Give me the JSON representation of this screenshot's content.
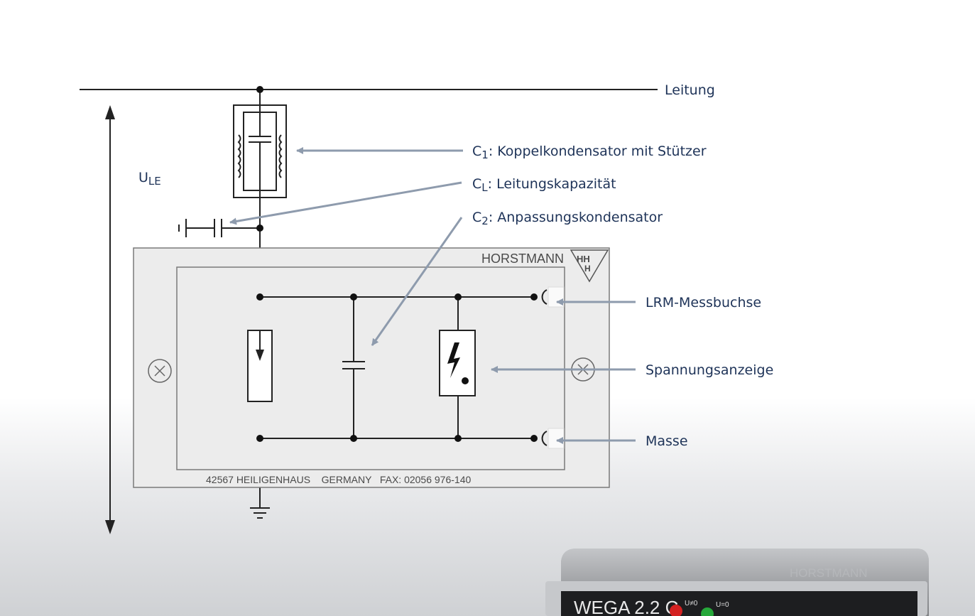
{
  "diagram": {
    "line_label": "Leitung",
    "voltage_label": {
      "main": "U",
      "sub": "LE"
    },
    "c1_label": {
      "main": "C",
      "sub": "1",
      "rest": ": Koppelkondensator mit Stützer"
    },
    "cl_label": {
      "main": "C",
      "sub": "L",
      "rest": ": Leitungskapazität"
    },
    "c2_label": {
      "main": "C",
      "sub": "2",
      "rest": ": Anpassungskondensator"
    },
    "lrm_label": "LRM-Messbuchse",
    "indicator_label": "Spannungsanzeige",
    "ground_label": "Masse"
  },
  "plate": {
    "brand": "HORSTMANN",
    "logo_letters": "HH H",
    "footer": "42567 HEILIGENHAUS    GERMANY   FAX: 02056 976-140"
  },
  "photo": {
    "model": "WEGA 2.2 C",
    "brand": "HORSTMANN",
    "led_labels": [
      "U≠0",
      "U=0"
    ]
  },
  "colors": {
    "text": "#1e3358",
    "arrow": "#8e9bad",
    "plate": "#ececec",
    "plate_border": "#7a7a7a",
    "wire": "#222222"
  }
}
